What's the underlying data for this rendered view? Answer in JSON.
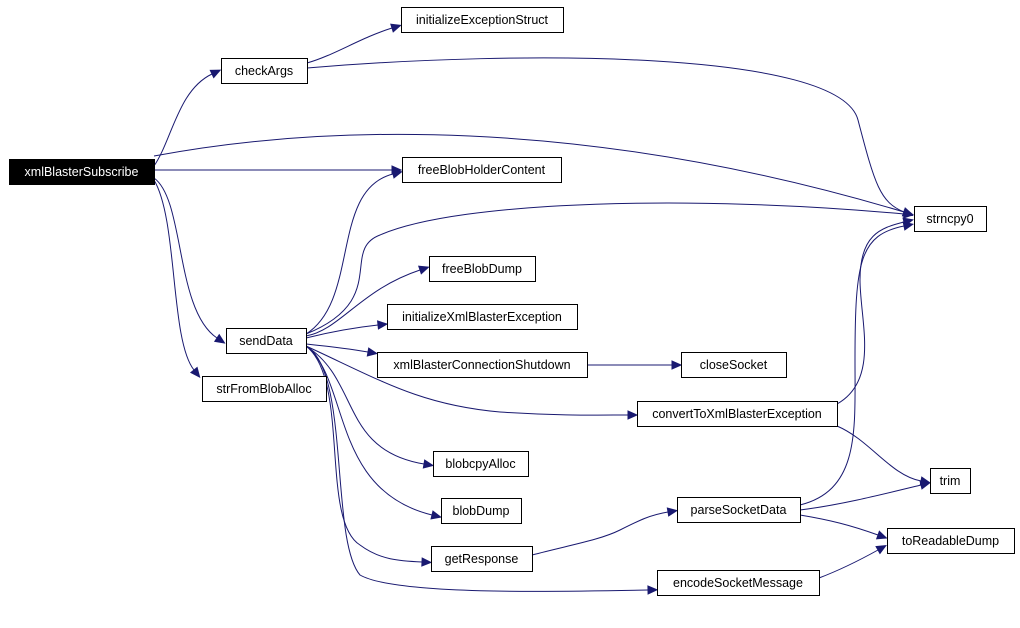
{
  "graph": {
    "colors": {
      "edge": "#191970",
      "root_fill": "#000000",
      "root_text": "#ffffff",
      "node_fill": "#ffffff",
      "node_border": "#000000"
    },
    "nodes": [
      {
        "id": "xmlBlasterSubscribe",
        "label": "xmlBlasterSubscribe",
        "root": true
      },
      {
        "id": "checkArgs",
        "label": "checkArgs"
      },
      {
        "id": "initializeExceptionStruct",
        "label": "initializeExceptionStruct"
      },
      {
        "id": "freeBlobHolderContent",
        "label": "freeBlobHolderContent"
      },
      {
        "id": "strncpy0",
        "label": "strncpy0"
      },
      {
        "id": "freeBlobDump",
        "label": "freeBlobDump"
      },
      {
        "id": "initializeXmlBlasterException",
        "label": "initializeXmlBlasterException"
      },
      {
        "id": "sendData",
        "label": "sendData"
      },
      {
        "id": "xmlBlasterConnectionShutdown",
        "label": "xmlBlasterConnectionShutdown"
      },
      {
        "id": "closeSocket",
        "label": "closeSocket"
      },
      {
        "id": "strFromBlobAlloc",
        "label": "strFromBlobAlloc"
      },
      {
        "id": "convertToXmlBlasterException",
        "label": "convertToXmlBlasterException"
      },
      {
        "id": "blobcpyAlloc",
        "label": "blobcpyAlloc"
      },
      {
        "id": "trim",
        "label": "trim"
      },
      {
        "id": "blobDump",
        "label": "blobDump"
      },
      {
        "id": "parseSocketData",
        "label": "parseSocketData"
      },
      {
        "id": "toReadableDump",
        "label": "toReadableDump"
      },
      {
        "id": "getResponse",
        "label": "getResponse"
      },
      {
        "id": "encodeSocketMessage",
        "label": "encodeSocketMessage"
      }
    ],
    "edges": [
      {
        "from": "xmlBlasterSubscribe",
        "to": "checkArgs"
      },
      {
        "from": "xmlBlasterSubscribe",
        "to": "strncpy0"
      },
      {
        "from": "xmlBlasterSubscribe",
        "to": "freeBlobHolderContent"
      },
      {
        "from": "xmlBlasterSubscribe",
        "to": "sendData"
      },
      {
        "from": "xmlBlasterSubscribe",
        "to": "strFromBlobAlloc"
      },
      {
        "from": "checkArgs",
        "to": "initializeExceptionStruct"
      },
      {
        "from": "checkArgs",
        "to": "strncpy0"
      },
      {
        "from": "sendData",
        "to": "freeBlobHolderContent"
      },
      {
        "from": "sendData",
        "to": "strncpy0"
      },
      {
        "from": "sendData",
        "to": "freeBlobDump"
      },
      {
        "from": "sendData",
        "to": "initializeXmlBlasterException"
      },
      {
        "from": "sendData",
        "to": "xmlBlasterConnectionShutdown"
      },
      {
        "from": "sendData",
        "to": "convertToXmlBlasterException"
      },
      {
        "from": "sendData",
        "to": "blobcpyAlloc"
      },
      {
        "from": "sendData",
        "to": "blobDump"
      },
      {
        "from": "sendData",
        "to": "getResponse"
      },
      {
        "from": "sendData",
        "to": "encodeSocketMessage"
      },
      {
        "from": "xmlBlasterConnectionShutdown",
        "to": "closeSocket"
      },
      {
        "from": "convertToXmlBlasterException",
        "to": "strncpy0"
      },
      {
        "from": "convertToXmlBlasterException",
        "to": "trim"
      },
      {
        "from": "getResponse",
        "to": "parseSocketData"
      },
      {
        "from": "parseSocketData",
        "to": "strncpy0"
      },
      {
        "from": "parseSocketData",
        "to": "trim"
      },
      {
        "from": "parseSocketData",
        "to": "toReadableDump"
      },
      {
        "from": "encodeSocketMessage",
        "to": "toReadableDump"
      }
    ]
  }
}
